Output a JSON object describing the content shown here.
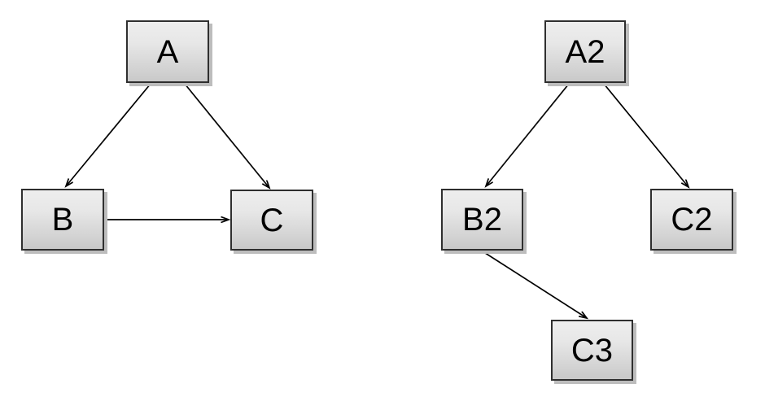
{
  "page": {
    "background": "#ffffff"
  },
  "styles": {
    "node_fill_top": "#eeeeee",
    "node_fill_bottom": "#c9c9c9",
    "node_border_color": "#2f2f2f",
    "node_shadow_color": "#bdbdbd",
    "edge_color": "#000000",
    "label_color": "#000000"
  },
  "diagrams": [
    {
      "name": "left-graph",
      "nodes": [
        {
          "id": "A",
          "label": "A"
        },
        {
          "id": "B",
          "label": "B"
        },
        {
          "id": "C",
          "label": "C"
        }
      ],
      "edges": [
        {
          "from": "A",
          "to": "B"
        },
        {
          "from": "A",
          "to": "C"
        },
        {
          "from": "B",
          "to": "C"
        }
      ]
    },
    {
      "name": "right-graph",
      "nodes": [
        {
          "id": "A2",
          "label": "A2"
        },
        {
          "id": "B2",
          "label": "B2"
        },
        {
          "id": "C2",
          "label": "C2"
        },
        {
          "id": "C3",
          "label": "C3"
        }
      ],
      "edges": [
        {
          "from": "A2",
          "to": "B2"
        },
        {
          "from": "A2",
          "to": "C2"
        },
        {
          "from": "B2",
          "to": "C3"
        }
      ]
    }
  ]
}
